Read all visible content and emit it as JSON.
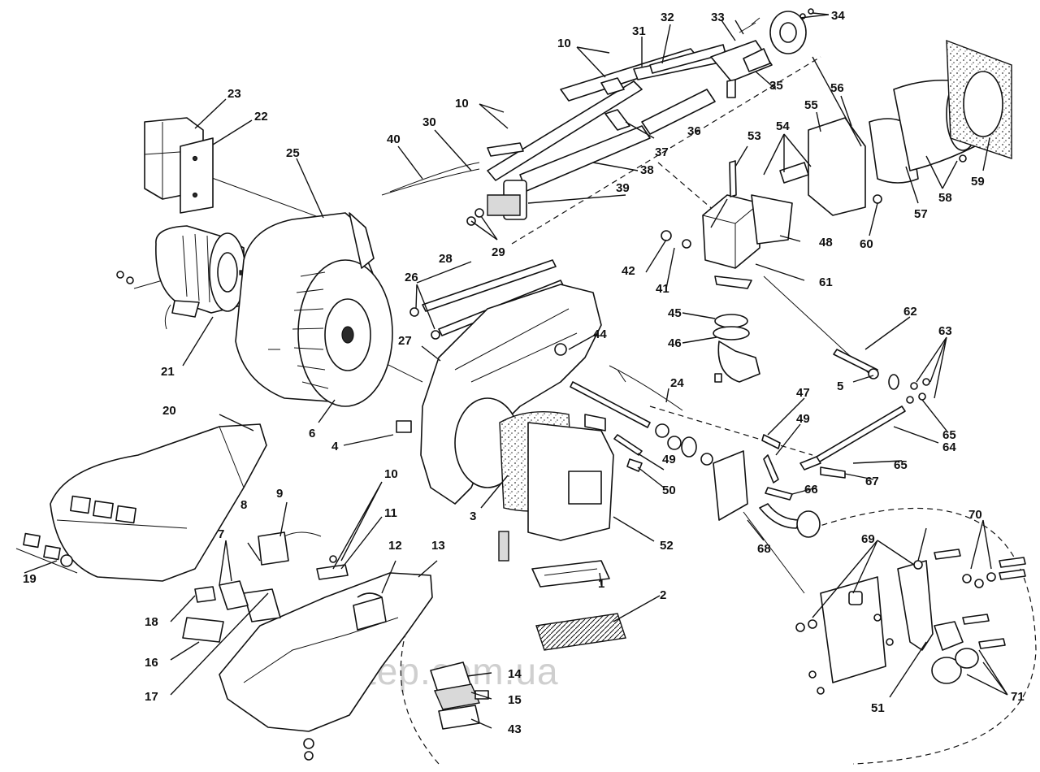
{
  "diagram": {
    "watermark": "tep.com.ua",
    "callouts": {
      "c1": "1",
      "c2": "2",
      "c3": "3",
      "c4": "4",
      "c5": "5",
      "c6": "6",
      "c7": "7",
      "c8": "8",
      "c9": "9",
      "c10a": "10",
      "c10b": "10",
      "c10c": "10",
      "c11": "11",
      "c12": "12",
      "c13": "13",
      "c14": "14",
      "c15": "15",
      "c16": "16",
      "c17": "17",
      "c18": "18",
      "c19": "19",
      "c20": "20",
      "c21": "21",
      "c22": "22",
      "c23": "23",
      "c24": "24",
      "c25": "25",
      "c26": "26",
      "c27": "27",
      "c28": "28",
      "c29": "29",
      "c30": "30",
      "c31": "31",
      "c32": "32",
      "c33": "33",
      "c34": "34",
      "c35": "35",
      "c36": "36",
      "c37": "37",
      "c38": "38",
      "c39": "39",
      "c40": "40",
      "c41": "41",
      "c42": "42",
      "c43": "43",
      "c44": "44",
      "c45": "45",
      "c46": "46",
      "c47": "47",
      "c48": "48",
      "c49a": "49",
      "c49b": "49",
      "c50": "50",
      "c51": "51",
      "c52": "52",
      "c53": "53",
      "c54": "54",
      "c55": "55",
      "c56": "56",
      "c57": "57",
      "c58": "58",
      "c59": "59",
      "c60": "60",
      "c61": "61",
      "c62": "62",
      "c63": "63",
      "c64": "64",
      "c65a": "65",
      "c65b": "65",
      "c66": "66",
      "c67": "67",
      "c68": "68",
      "c69": "69",
      "c70": "70",
      "c71": "71"
    }
  },
  "colors": {
    "line": "#111111",
    "paper": "#ffffff",
    "watermark": "#cfcfcf"
  }
}
